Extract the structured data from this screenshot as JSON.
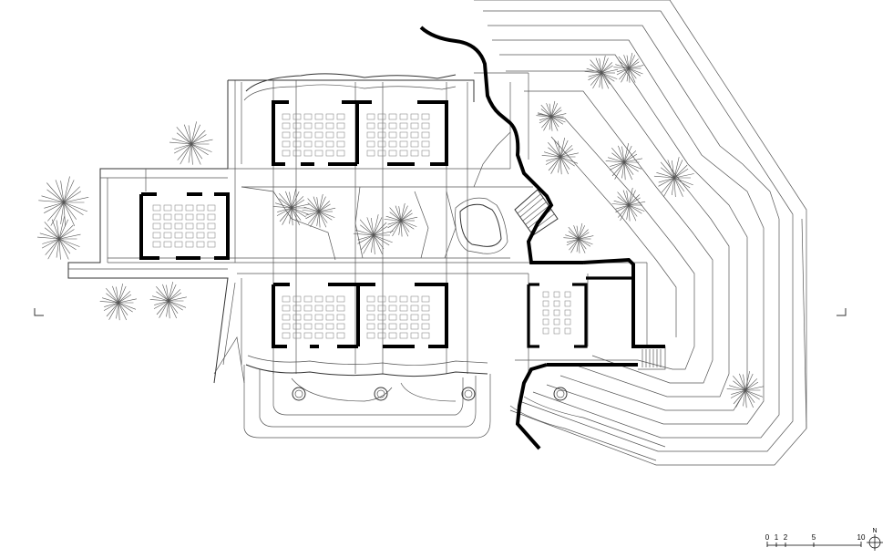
{
  "scale_bar": {
    "labels": [
      "0",
      "1",
      "2",
      "5",
      "10"
    ]
  },
  "north_arrow": {
    "label": "N"
  }
}
